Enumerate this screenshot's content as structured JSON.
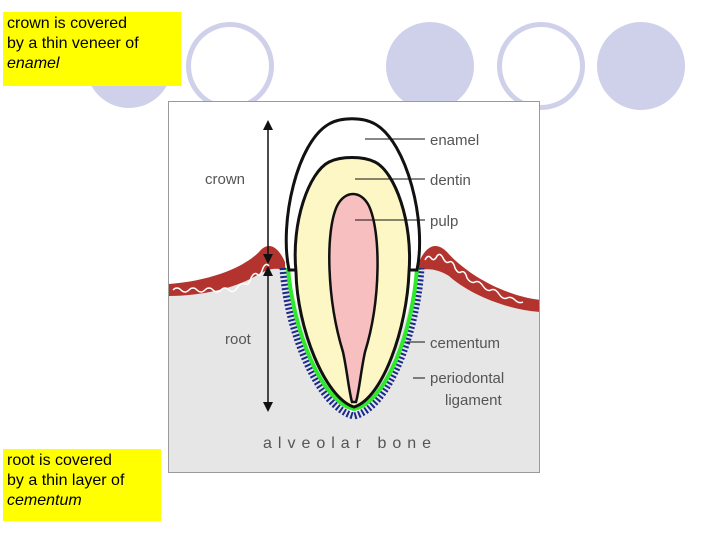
{
  "colors": {
    "note_background": "#ffff00",
    "deco_circle": "#cfd0ea",
    "enamel": "#ffffff",
    "dentin": "#fdf6c5",
    "pulp": "#f7bfc0",
    "gum": "#b3342f",
    "cementum": "#2eea2a",
    "ligament": "#1a2a8c",
    "bone": "#e6e6e6"
  },
  "notes": {
    "crown": {
      "line1": "crown is covered",
      "line2": "by a thin veneer of",
      "emphasis": "enamel"
    },
    "root": {
      "line1": "root is covered",
      "line2": "by a thin layer of",
      "emphasis": "cementum"
    }
  },
  "diagram": {
    "left_labels": {
      "crown": "crown",
      "root": "root"
    },
    "right_labels": {
      "enamel": "enamel",
      "dentin": "dentin",
      "pulp": "pulp",
      "cementum": "cementum",
      "periodontal_1": "periodontal",
      "periodontal_2": "ligament"
    },
    "bottom_label": "alveolar bone"
  }
}
